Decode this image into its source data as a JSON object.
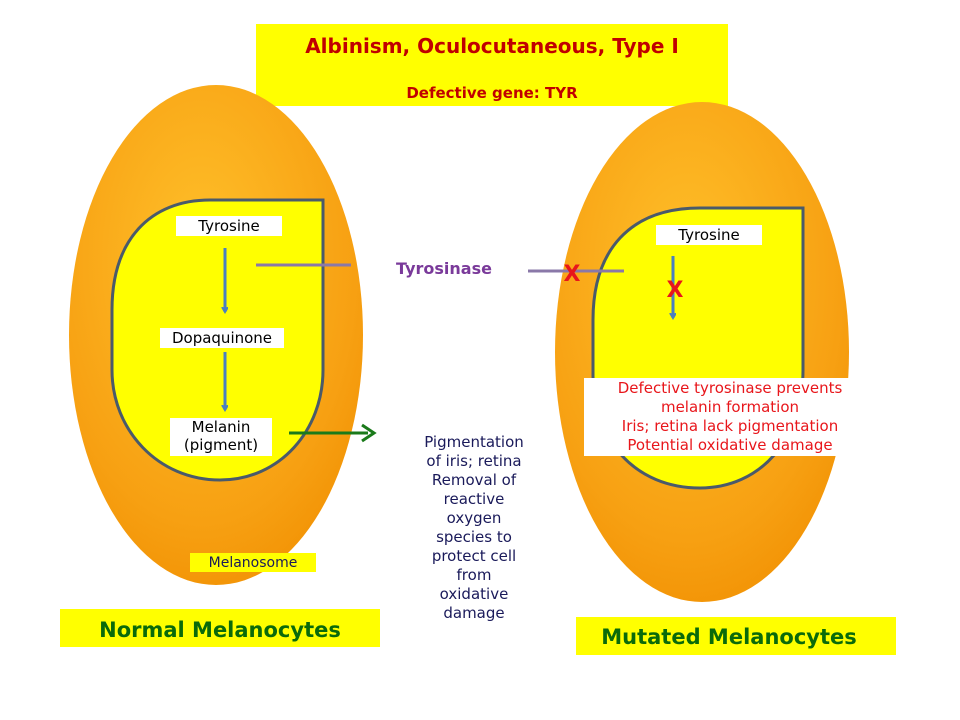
{
  "header": {
    "title": "Albinism, Oculocutaneous, Type I",
    "subtitle": "Defective gene: TYR"
  },
  "normal": {
    "tyrosine": "Tyrosine",
    "dopaquinone": "Dopaquinone",
    "melanin_line1": "Melanin",
    "melanin_line2": "(pigment)",
    "melanosome": "Melanosome",
    "caption": "Normal Melanocytes"
  },
  "enzyme": {
    "label": "Tyrosinase",
    "block_mark": "X"
  },
  "function": {
    "lines": [
      "Pigmentation",
      "of iris; retina",
      "Removal of",
      "reactive",
      "oxygen",
      "species to",
      "protect cell",
      "from",
      "oxidative",
      "damage"
    ]
  },
  "mutated": {
    "tyrosine": "Tyrosine",
    "block_mark": "X",
    "defect_lines": [
      "Defective tyrosinase prevents",
      "melanin formation",
      "Iris; retina lack pigmentation",
      "Potential oxidative damage"
    ],
    "caption": "Mutated Melanocytes"
  },
  "colors": {
    "cell_orange": "#f7a012",
    "highlight_yellow": "#ffff00",
    "title_red": "#c00000",
    "outline_slate": "#4a5a6a",
    "arrow_blue": "#4a7fc0",
    "arrow_green": "#1a7a1a",
    "enzyme_purple": "#7a3a9a",
    "block_red": "#e8161b",
    "caption_green": "#0a6a0a",
    "text_navy": "#1a1a5a"
  }
}
